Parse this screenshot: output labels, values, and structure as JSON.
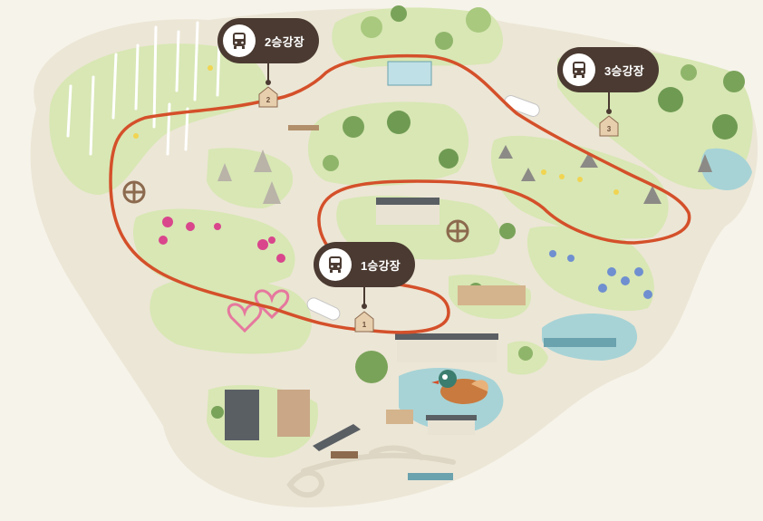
{
  "stations": [
    {
      "id": "stop-1",
      "label": "1승강장",
      "sign": "1"
    },
    {
      "id": "stop-2",
      "label": "2승강장",
      "sign": "2"
    },
    {
      "id": "stop-3",
      "label": "3승강장",
      "sign": "3"
    }
  ],
  "icons": {
    "station_badge": "bus-icon",
    "tram": "tram-icon",
    "duck": "mandarin-duck-icon",
    "waterwheel": "waterwheel-icon"
  },
  "colors": {
    "background": "#f6f3ea",
    "land": "#ece6d6",
    "grass": "#d8e7b4",
    "route": "#d4502a",
    "station": "#4a3a31",
    "water": "#a7d3d6"
  }
}
